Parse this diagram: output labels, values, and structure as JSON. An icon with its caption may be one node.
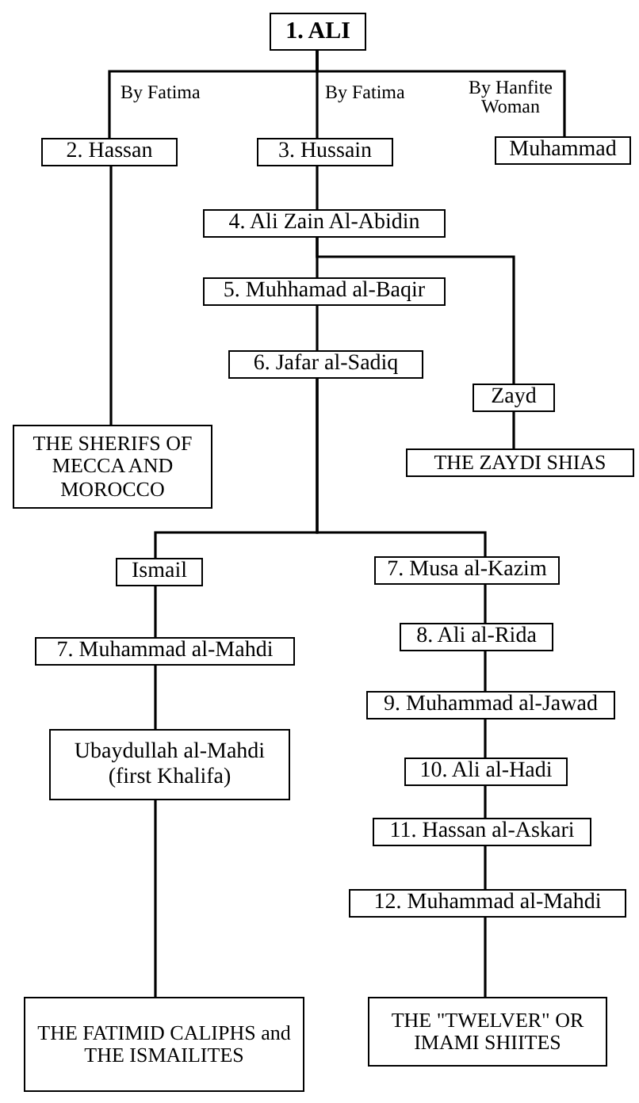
{
  "diagram": {
    "nodes": [
      {
        "text": [
          "1. ALI"
        ]
      },
      {
        "text": [
          "2. Hassan"
        ]
      },
      {
        "text": [
          "3. Hussain"
        ]
      },
      {
        "text": [
          "Muhammad"
        ]
      },
      {
        "text": [
          "4. Ali Zain Al-Abidin"
        ]
      },
      {
        "text": [
          "5. Muhhamad al-Baqir"
        ]
      },
      {
        "text": [
          "6. Jafar al-Sadiq"
        ]
      },
      {
        "text": [
          "Zayd"
        ]
      },
      {
        "text": [
          "THE SHERIFS OF MECCA AND MOROCCO"
        ]
      },
      {
        "text": [
          "THE ZAYDI SHIAS"
        ]
      },
      {
        "text": [
          "Ismail"
        ]
      },
      {
        "text": [
          "7. Muhammad al-Mahdi"
        ]
      },
      {
        "text": [
          "Ubaydullah al-Mahdi (first Khalifa)"
        ]
      },
      {
        "text": [
          "THE FATIMID CALIPHS and THE ISMAILITES"
        ]
      },
      {
        "text": [
          "7. Musa al-Kazim"
        ]
      },
      {
        "text": [
          "8. Ali al-Rida"
        ]
      },
      {
        "text": [
          "9. Muhammad al-Jawad"
        ]
      },
      {
        "text": [
          "10. Ali al-Hadi"
        ]
      },
      {
        "text": [
          "11. Hassan al-Askari"
        ]
      },
      {
        "text": [
          "12. Muhammad al-Mahdi"
        ]
      },
      {
        "text": [
          "THE \"TWELVER\" OR IMAMI SHIITES"
        ]
      }
    ],
    "edges": [
      {
        "from": 0,
        "to": 1,
        "arrow": "none",
        "label": "By Fatima"
      },
      {
        "from": 0,
        "to": 2,
        "arrow": "none",
        "label": "By Fatima"
      },
      {
        "from": 0,
        "to": 3,
        "arrow": "none",
        "label": "By Hanfite Woman"
      },
      {
        "from": 1,
        "to": 8,
        "arrow": "none"
      },
      {
        "from": 2,
        "to": 4,
        "arrow": "none"
      },
      {
        "from": 4,
        "to": 5,
        "arrow": "none"
      },
      {
        "from": 4,
        "to": 7,
        "arrow": "none"
      },
      {
        "from": 5,
        "to": 6,
        "arrow": "none"
      },
      {
        "from": 7,
        "to": 9,
        "arrow": "none"
      },
      {
        "from": 6,
        "to": 10,
        "arrow": "none"
      },
      {
        "from": 6,
        "to": 14,
        "arrow": "none"
      },
      {
        "from": 10,
        "to": 11,
        "arrow": "none"
      },
      {
        "from": 11,
        "to": 12,
        "arrow": "none"
      },
      {
        "from": 12,
        "to": 13,
        "arrow": "none"
      },
      {
        "from": 14,
        "to": 15,
        "arrow": "none"
      },
      {
        "from": 15,
        "to": 16,
        "arrow": "none"
      },
      {
        "from": 16,
        "to": 17,
        "arrow": "none"
      },
      {
        "from": 17,
        "to": 18,
        "arrow": "none"
      },
      {
        "from": 18,
        "to": 19,
        "arrow": "none"
      },
      {
        "from": 19,
        "to": 20,
        "arrow": "none"
      }
    ]
  }
}
